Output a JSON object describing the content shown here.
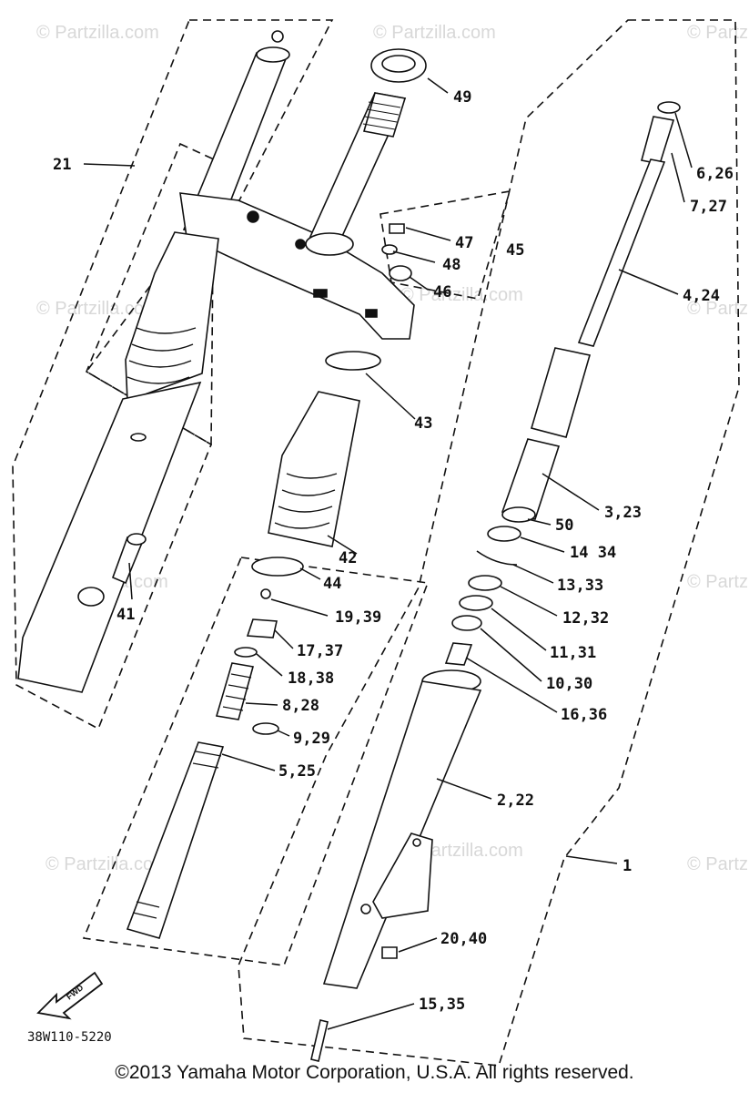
{
  "watermark": "© Partzilla.com",
  "diagram_code": "38W110-5220",
  "fwd_label": "FWD",
  "copyright": "©2013 Yamaha Motor Corporation, U.S.A. All rights reserved.",
  "callouts": {
    "c21": "21",
    "c49": "49",
    "c47": "47",
    "c45": "45",
    "c48": "48",
    "c46": "46",
    "c43": "43",
    "c42": "42",
    "c44": "44",
    "c41": "41",
    "c19_39": "19,39",
    "c17_37": "17,37",
    "c18_38": "18,38",
    "c8_28": "8,28",
    "c9_29": "9,29",
    "c5_25": "5,25",
    "c6_26": "6,26",
    "c7_27": "7,27",
    "c4_24": "4,24",
    "c3_23": "3,23",
    "c50": "50",
    "c14_34": "14 34",
    "c13_33": "13,33",
    "c12_32": "12,32",
    "c11_31": "11,31",
    "c10_30": "10,30",
    "c16_36": "16,36",
    "c2_22": "2,22",
    "c1": "1",
    "c20_40": "20,40",
    "c15_35": "15,35"
  }
}
